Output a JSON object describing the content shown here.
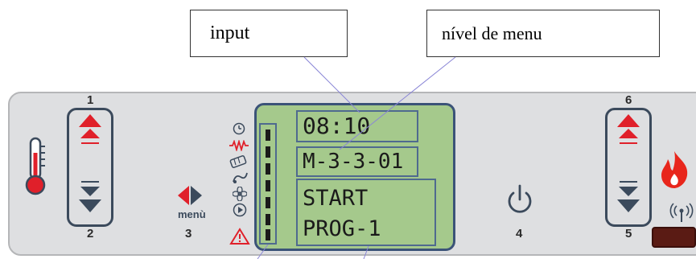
{
  "callouts": {
    "input": "input",
    "menu_level": "nível de menu"
  },
  "panel": {
    "button_numbers": [
      "1",
      "2",
      "3",
      "4",
      "5",
      "6"
    ],
    "menu_label": "menù",
    "lcd": {
      "time": "08:10",
      "menu_level": "M-3-3-01",
      "status_line1": "START",
      "status_line2": "PROG-1"
    }
  },
  "icons": {
    "temperature": "thermometer-icon",
    "flame": "flame-icon",
    "wifi": "antenna-icon",
    "power": "power-icon",
    "clock": "clock-icon",
    "heater": "resistance-icon",
    "auger": "auger-icon",
    "fan": "fan-icon",
    "play": "play-icon",
    "alarm": "warning-icon"
  },
  "colors": {
    "panel": "#dedfe1",
    "lcd": "#a5c98c",
    "accent_red": "#e0202a",
    "dark_blue": "#3b4a5c"
  }
}
